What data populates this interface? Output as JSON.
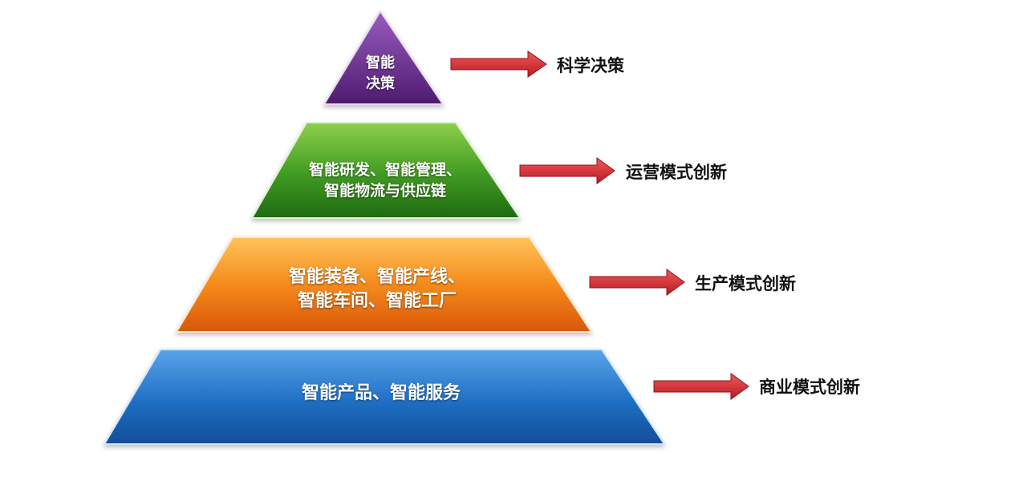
{
  "colors": {
    "tier_top": "#6a2a8c",
    "tier_2": "#3f9a22",
    "tier_3": "#f07a12",
    "tier_4": "#1f6fc4",
    "arrow": "#d8232a"
  },
  "tiers": [
    {
      "lines": [
        "智能",
        "决策"
      ],
      "label": "科学决策"
    },
    {
      "lines": [
        "智能研发、智能管理、",
        "智能物流与供应链"
      ],
      "label": "运营模式创新"
    },
    {
      "lines": [
        "智能装备、智能产线、",
        "智能车间、智能工厂"
      ],
      "label": "生产模式创新"
    },
    {
      "lines": [
        "智能产品、智能服务"
      ],
      "label": "商业模式创新"
    }
  ]
}
